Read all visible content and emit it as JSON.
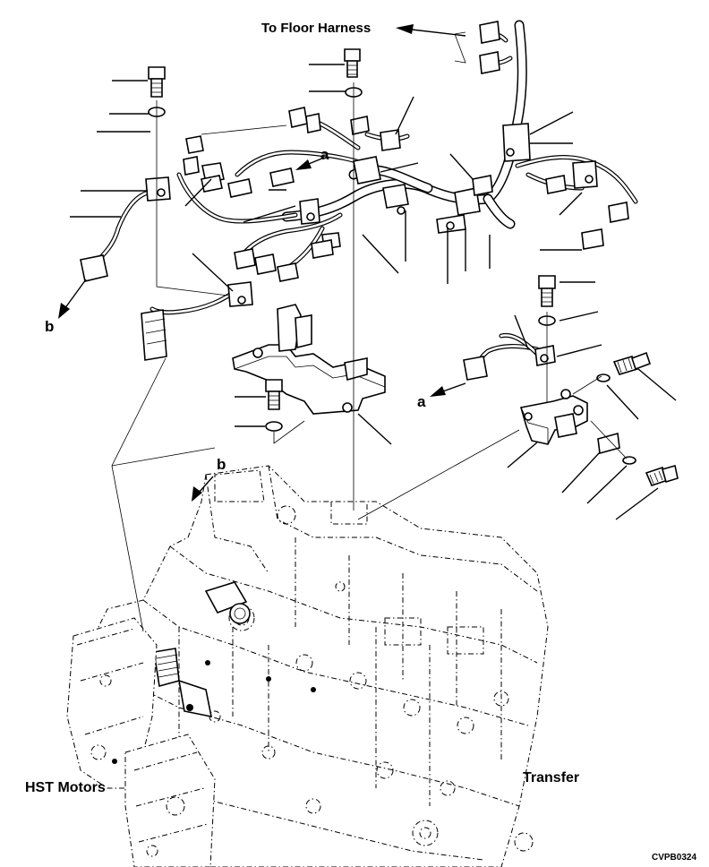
{
  "labels": {
    "to_floor_harness": "To Floor Harness",
    "a_top": "a",
    "a_right": "a",
    "b_left": "b",
    "b_center": "b",
    "hst_motors": "HST Motors",
    "transfer": "Transfer",
    "figure_code": "CVPB0324"
  },
  "icons": {
    "arrow_style": "filled-triangle",
    "line_style": "dash-dot-phantom"
  }
}
